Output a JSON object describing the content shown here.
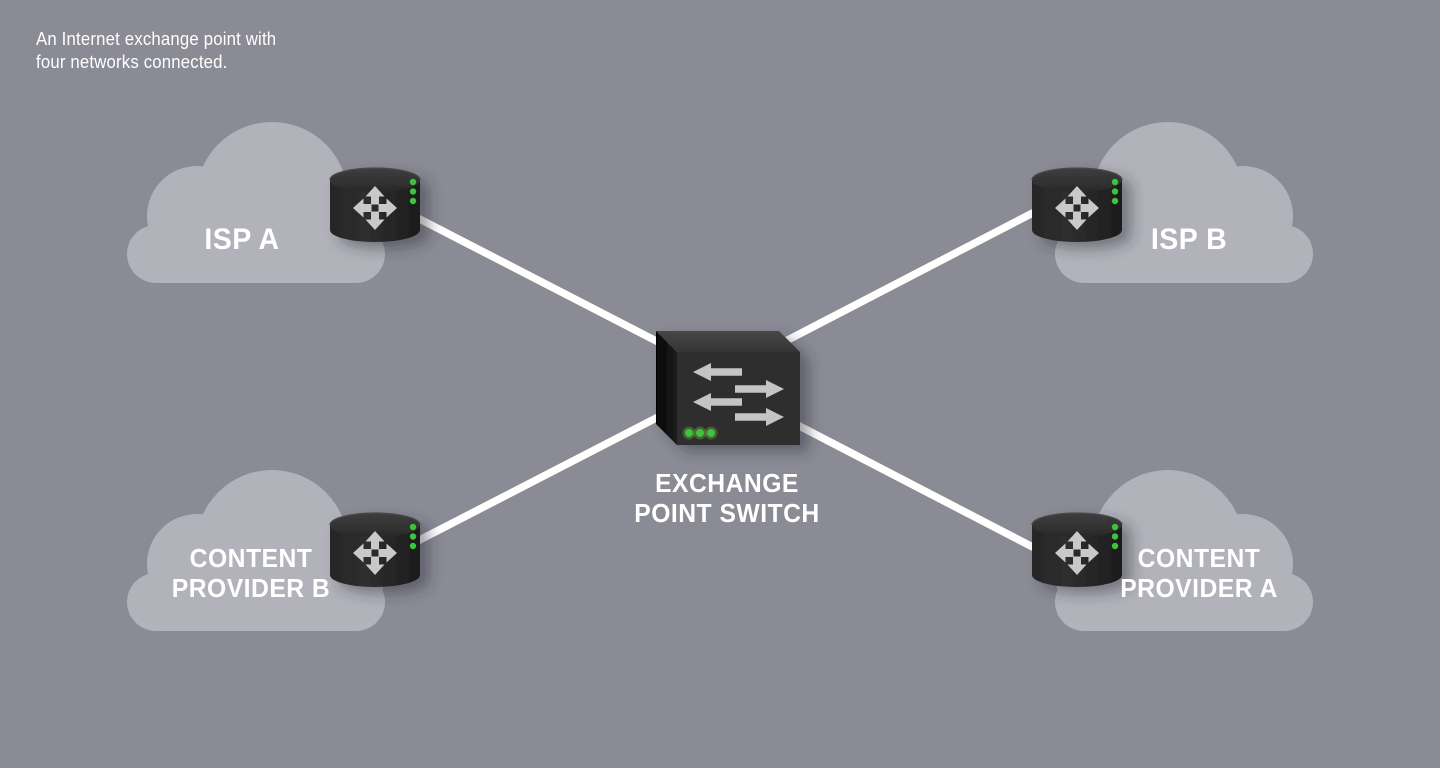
{
  "caption": {
    "text": "An Internet exchange point with\nfour networks connected."
  },
  "diagram": {
    "hub": {
      "id": "exchange-point-switch",
      "label": "EXCHANGE\nPOINT SWITCH",
      "type": "switch",
      "status_leds": 3
    },
    "nodes": [
      {
        "id": "isp-a",
        "label": "ISP A",
        "type": "router-in-cloud",
        "position": "top-left",
        "status_leds": 3
      },
      {
        "id": "isp-b",
        "label": "ISP B",
        "type": "router-in-cloud",
        "position": "top-right",
        "status_leds": 3
      },
      {
        "id": "content-provider-b",
        "label": "CONTENT\nPROVIDER B",
        "type": "router-in-cloud",
        "position": "bottom-left",
        "status_leds": 3
      },
      {
        "id": "content-provider-a",
        "label": "CONTENT\nPROVIDER A",
        "type": "router-in-cloud",
        "position": "bottom-right",
        "status_leds": 3
      }
    ],
    "links": [
      {
        "from": "isp-a",
        "to": "exchange-point-switch"
      },
      {
        "from": "isp-b",
        "to": "exchange-point-switch"
      },
      {
        "from": "content-provider-b",
        "to": "exchange-point-switch"
      },
      {
        "from": "content-provider-a",
        "to": "exchange-point-switch"
      }
    ]
  },
  "colors": {
    "background": "#8b8b95",
    "cloud": "#b2b2ba",
    "device_dark": "#2b2b2b",
    "arrow_gray": "#c8c8c8",
    "led_green": "#3ec43e",
    "link_line": "#ffffff",
    "text": "#ffffff"
  }
}
